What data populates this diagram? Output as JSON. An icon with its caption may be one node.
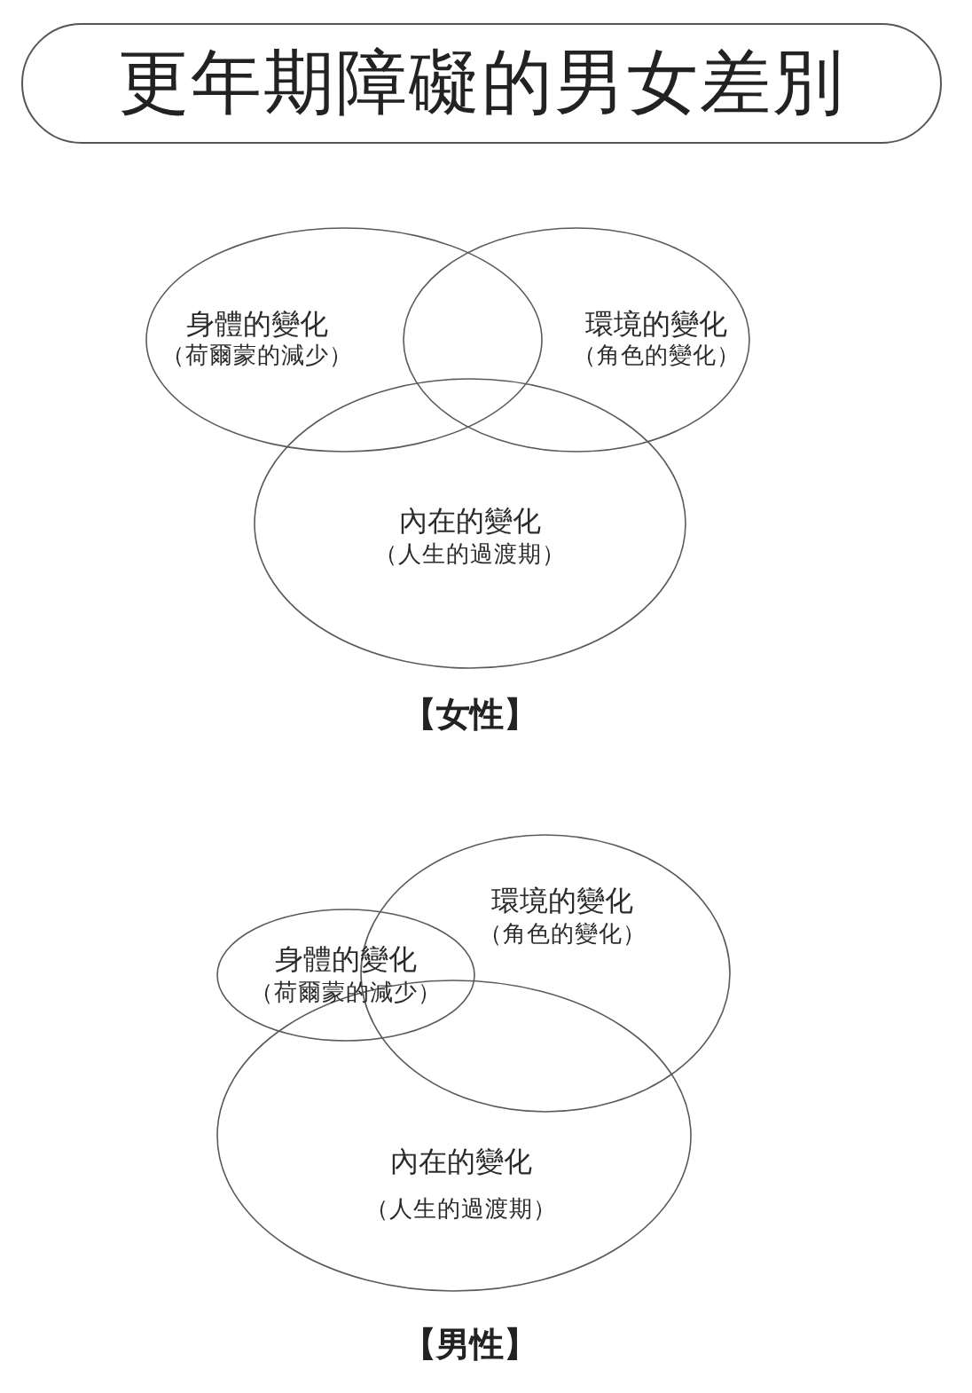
{
  "diagram": {
    "title": "更年期障礙的男女差別",
    "nodes": [
      {
        "text": [
          "身體的變化",
          "（荷爾蒙的減少）"
        ]
      },
      {
        "text": [
          "環境的變化",
          "（角色的變化）"
        ]
      },
      {
        "text": [
          "內在的變化",
          "（人生的過渡期）"
        ]
      },
      {
        "text": [
          "身體的變化",
          "（荷爾蒙的減少）"
        ]
      },
      {
        "text": [
          "環境的變化",
          "（角色的變化）"
        ]
      },
      {
        "text": [
          "內在的變化",
          "（人生的過渡期）"
        ]
      }
    ],
    "labels": [
      "【女性】",
      "【男性】"
    ]
  }
}
